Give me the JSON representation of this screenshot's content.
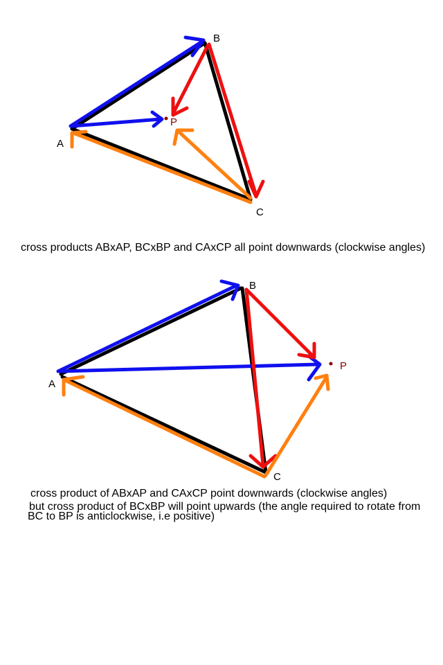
{
  "diagram_1": {
    "labels": {
      "a": "A",
      "b": "B",
      "c": "C",
      "p": "P"
    },
    "caption": "cross products ABxAP, BCxBP and CAxCP all point downwards (clockwise angles)"
  },
  "diagram_2": {
    "labels": {
      "a": "A",
      "b": "B",
      "c": "C",
      "p": "P"
    },
    "caption_line1": "cross product of ABxAP and CAxCP point downwards (clockwise angles)",
    "caption_line2": "but cross product of BCxBP will point upwards (the angle required to rotate from",
    "caption_line3": "BC to BP is anticlockwise, i.e positive)"
  },
  "colors": {
    "triangle_edge": "#000000",
    "vector_from_a": "#1010ee",
    "vector_from_b": "#ee1010",
    "vector_from_c": "#ff8010",
    "point_p": "#8b0000"
  }
}
